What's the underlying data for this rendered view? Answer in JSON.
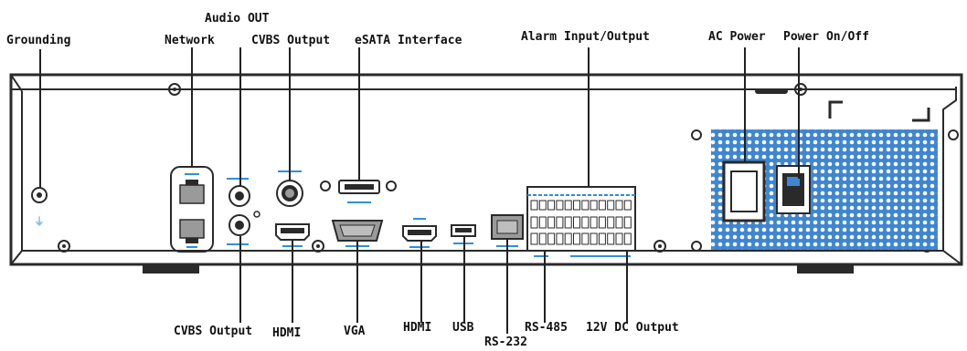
{
  "labels_top": {
    "grounding": "Grounding",
    "audio_out": "Audio OUT",
    "network": "Network",
    "cvbs_output": "CVBS Output",
    "esata": "eSATA Interface",
    "alarm_io": "Alarm Input/Output",
    "ac_power": "AC Power",
    "power_switch": "Power On/Off"
  },
  "labels_bottom": {
    "cvbs_output": "CVBS Output",
    "hdmi_1": "HDMI",
    "vga": "VGA",
    "hdmi_2": "HDMI",
    "usb": "USB",
    "rs232": "RS-232",
    "rs485": "RS-485",
    "dc12v": "12V DC Output"
  },
  "colors": {
    "line_art": "#2a2a2a",
    "accent_blue": "#2f8fd8",
    "vent_blue": "#4a8fd6",
    "label_text": "#111111"
  }
}
